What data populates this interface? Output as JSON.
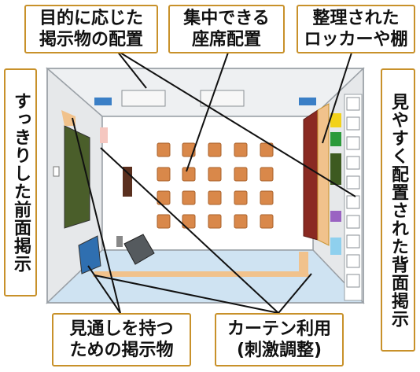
{
  "labels": {
    "objective_display": [
      "目的に応じた",
      "掲示物の配置"
    ],
    "concentrated_seating": [
      "集中できる",
      "座席配置"
    ],
    "organized_lockers": [
      "整理された",
      "ロッカーや棚"
    ],
    "clean_front_display": "すっきりした前面掲示",
    "easy_back_display": "見やすく配置された背面掲示",
    "forward_looking_display": [
      "見通しを持つ",
      "ための掲示物"
    ],
    "curtain_use": [
      "カーテン利用",
      "(刺激調整)"
    ]
  },
  "colors": {
    "label_border": "#c8912a",
    "blackboard": "#4a5e2a",
    "desk": "#d9884a",
    "locker_red": "#8a2a22",
    "floor": "#cfe3f2",
    "shelf_wood": "#f1c28c"
  }
}
